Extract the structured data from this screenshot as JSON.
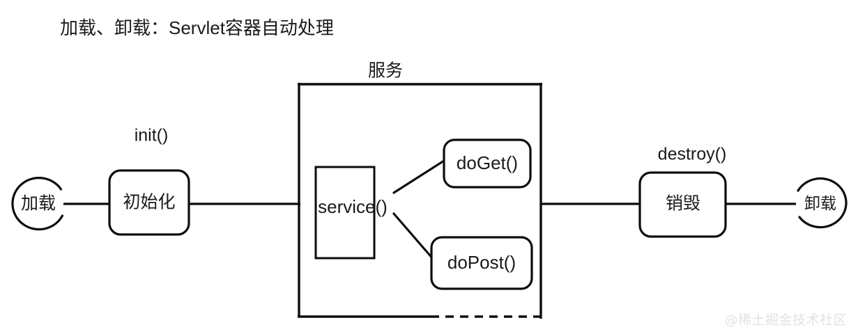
{
  "meta": {
    "background_color": "#ffffff",
    "stroke_color": "#0d0d0d",
    "text_color": "#1a1a1a",
    "watermark_color": "#e2e2e2"
  },
  "title": {
    "text": "加载、卸载：Servlet容器自动处理"
  },
  "labels": {
    "init": "init()",
    "service_group": "服务",
    "destroy": "destroy()"
  },
  "nodes": {
    "load_circle": "加载",
    "init_box": "初始化",
    "service_box": "service()",
    "doget_box": "doGet()",
    "dopost_box": "doPost()",
    "destroy_box": "销毁",
    "unload_circle": "卸载"
  },
  "watermark": {
    "text": "@稀土掘金技术社区"
  }
}
